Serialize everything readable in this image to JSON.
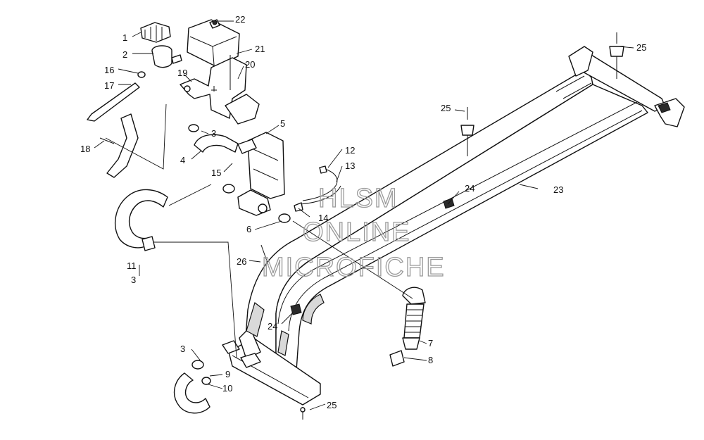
{
  "watermark": {
    "line1": "HLSM",
    "line2": "ONLINE",
    "line3": "MICROFICHE"
  },
  "callouts": {
    "c1": "1",
    "c2": "2",
    "c3a": "3",
    "c3b": "3",
    "c3c": "3",
    "c4": "4",
    "c5": "5",
    "c6": "6",
    "c7": "7",
    "c8": "8",
    "c9": "9",
    "c10": "10",
    "c11": "11",
    "c12": "12",
    "c13": "13",
    "c14": "14",
    "c15": "15",
    "c16": "16",
    "c17": "17",
    "c18": "18",
    "c19": "19",
    "c20": "20",
    "c21": "21",
    "c22": "22",
    "c23": "23",
    "c24a": "24",
    "c24b": "24",
    "c25a": "25",
    "c25b": "25",
    "c25c": "25",
    "c26": "26"
  }
}
